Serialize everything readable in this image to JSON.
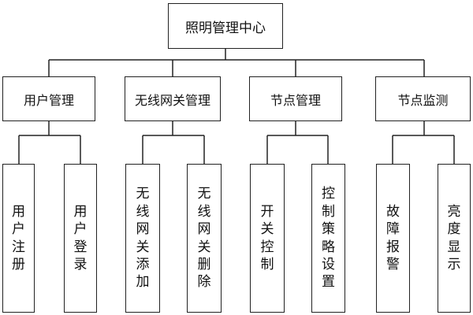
{
  "diagram": {
    "root": {
      "label": "照明管理中心"
    },
    "branches": [
      {
        "label": "用户管理",
        "children": [
          {
            "label": "用户注册"
          },
          {
            "label": "用户登录"
          }
        ]
      },
      {
        "label": "无线网关管理",
        "children": [
          {
            "label": "无线网关添加"
          },
          {
            "label": "无线网关删除"
          }
        ]
      },
      {
        "label": "节点管理",
        "children": [
          {
            "label": "开关控制"
          },
          {
            "label": "控制策略设置"
          }
        ]
      },
      {
        "label": "节点监测",
        "children": [
          {
            "label": "故障报警"
          },
          {
            "label": "亮度显示"
          }
        ]
      }
    ]
  },
  "style": {
    "line_color": "#222222",
    "box_border_color": "#222222",
    "text_color": "#111111",
    "background": "#ffffff"
  }
}
